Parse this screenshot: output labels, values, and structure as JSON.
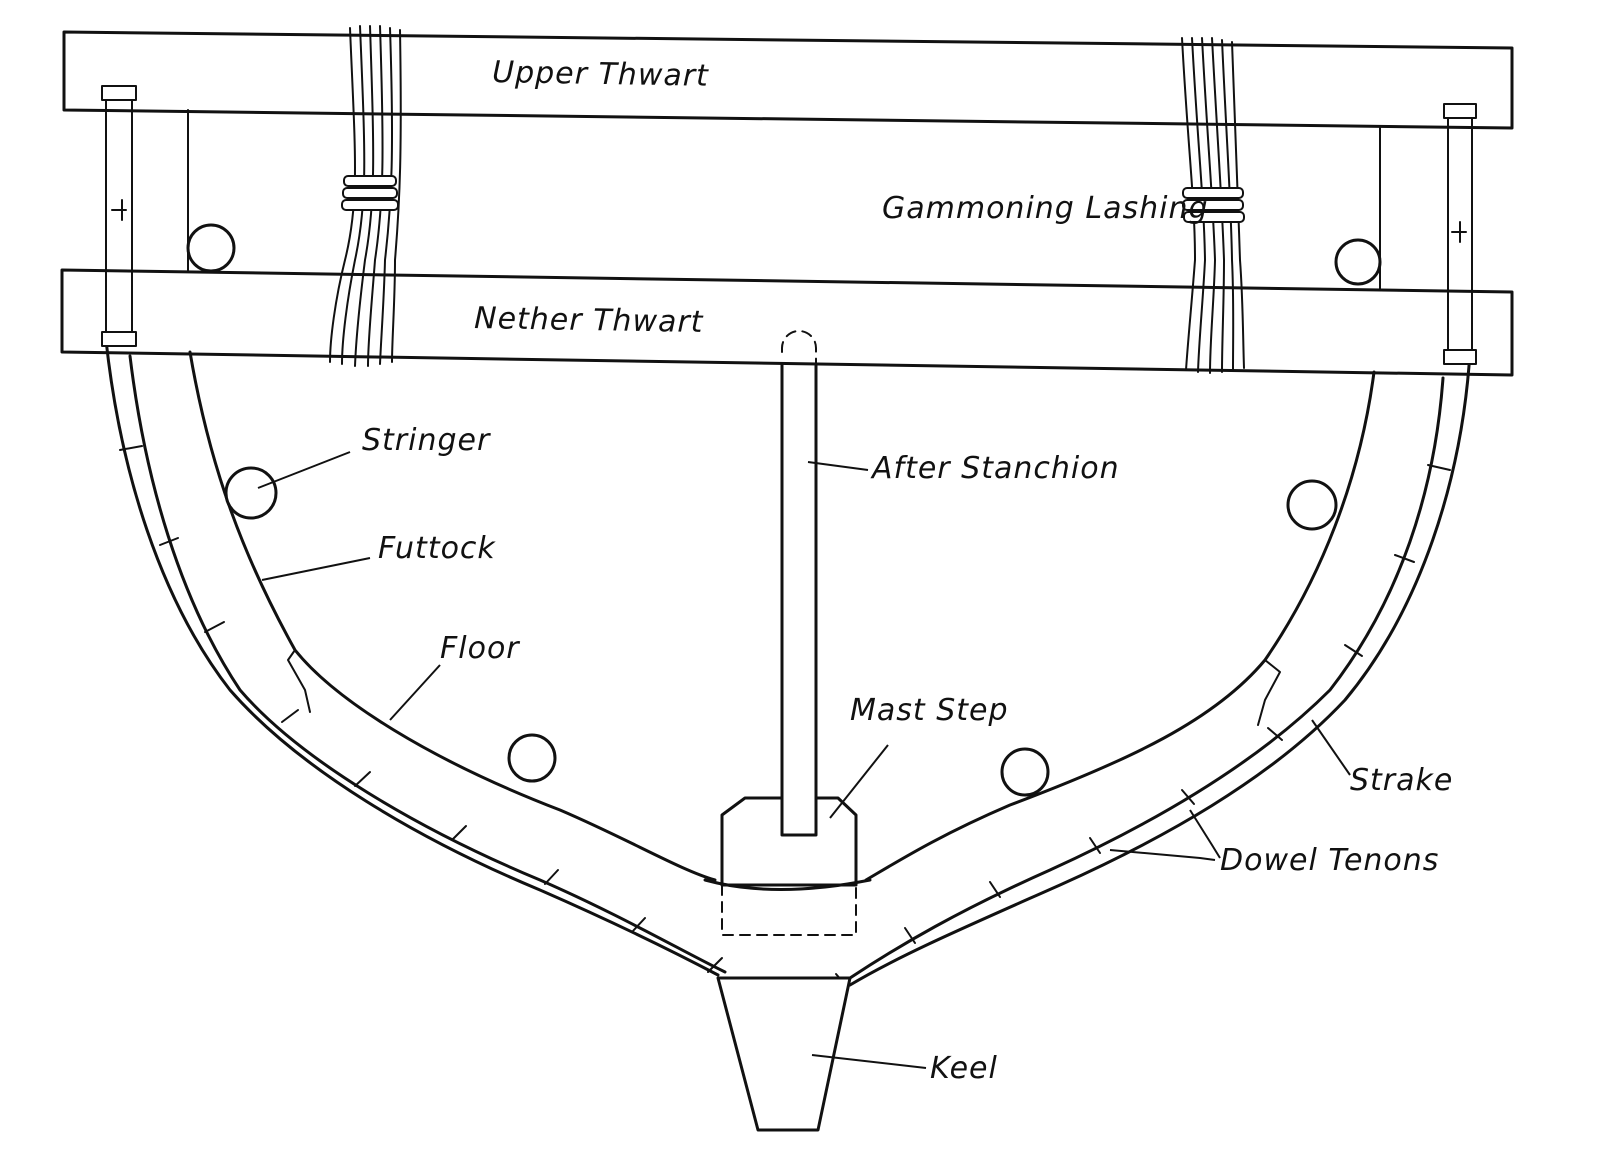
{
  "labels": {
    "upper_thwart": "Upper Thwart",
    "nether_thwart": "Nether Thwart",
    "gammoning_lashing": "Gammoning Lashing",
    "stringer": "Stringer",
    "after_stanchion": "After Stanchion",
    "futtock": "Futtock",
    "floor": "Floor",
    "mast_step": "Mast Step",
    "strake": "Strake",
    "dowel_tenons": "Dowel Tenons",
    "keel": "Keel"
  }
}
